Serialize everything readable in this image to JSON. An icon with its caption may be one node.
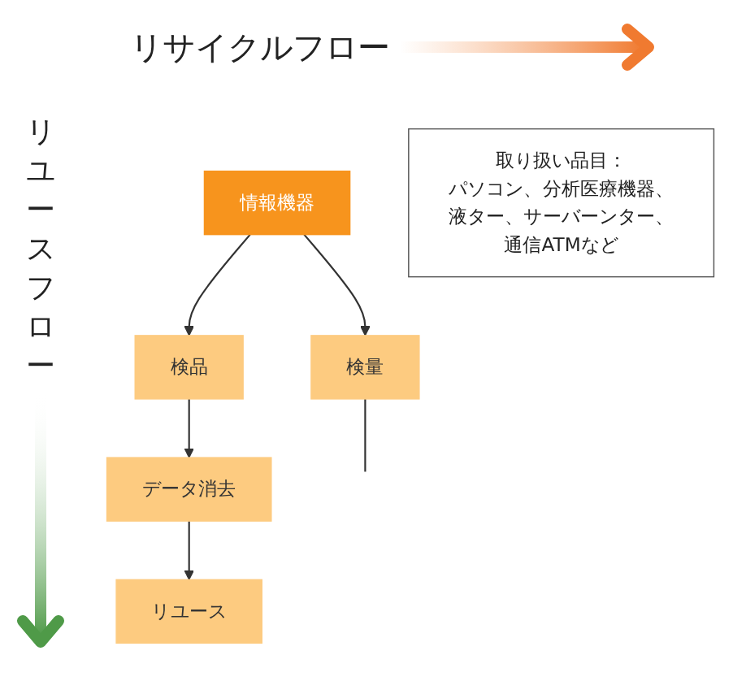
{
  "diagram": {
    "nodes": [
      {
        "text": [
          "情報機器"
        ]
      },
      {
        "text": [
          "検量"
        ]
      },
      {
        "text": [
          "検品"
        ]
      },
      {
        "text": [
          "データ消去"
        ]
      },
      {
        "text": [
          "リユース"
        ]
      },
      {
        "text": [
          "取り扱い品目：",
          "パソコン、分析医療機器、液ター、サーバーンター、通信ATMなど"
        ]
      }
    ],
    "edges": [
      {
        "from": 0,
        "to": 1,
        "arrow": "to"
      },
      {
        "from": 1,
        "to": null,
        "arrow": "none"
      },
      {
        "from": 0,
        "to": 2,
        "arrow": "to"
      },
      {
        "from": 2,
        "to": 3,
        "arrow": "to"
      },
      {
        "from": 3,
        "to": 4,
        "arrow": "to"
      }
    ],
    "labels": [
      "リサイクルフロー",
      "リユースフロー"
    ]
  }
}
